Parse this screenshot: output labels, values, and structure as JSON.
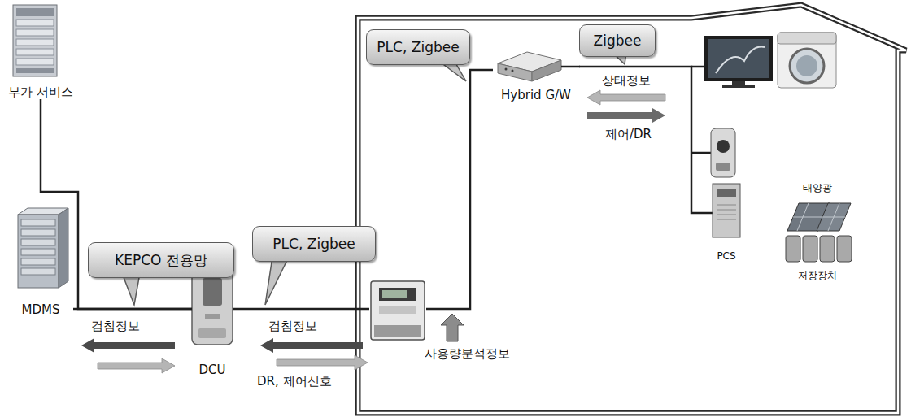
{
  "diagram": {
    "nodes": [
      {
        "text": [
          "부가 서비스"
        ]
      },
      {
        "text": [
          "KEPCO 전용망"
        ]
      },
      {
        "text": [
          "MDMS"
        ]
      },
      {
        "text": [
          "DCU"
        ]
      },
      {
        "text": [
          "PLC, Zigbee"
        ]
      },
      {
        "text": [
          "사용량분석정보"
        ]
      },
      {
        "text": [
          "PLC, Zigbee"
        ]
      },
      {
        "text": [
          "Hybrid G/W"
        ]
      },
      {
        "text": [
          "Zigbee"
        ]
      },
      {
        "text": [
          "PCS"
        ]
      },
      {
        "text": [
          "태양광",
          "저장장치"
        ]
      }
    ],
    "edges": [
      {
        "from": 0,
        "to": 3,
        "arrow": "none"
      },
      {
        "from": 2,
        "to": 3,
        "arrow": "none"
      },
      {
        "from": 3,
        "to": 5,
        "arrow": "none"
      },
      {
        "from": 5,
        "to": 7,
        "arrow": "none"
      },
      {
        "from": 7,
        "to": 9,
        "arrow": "none"
      }
    ],
    "labels": [
      "검침정보",
      "검침정보",
      "DR, 제어신호",
      "상태정보",
      "제어/DR"
    ]
  }
}
